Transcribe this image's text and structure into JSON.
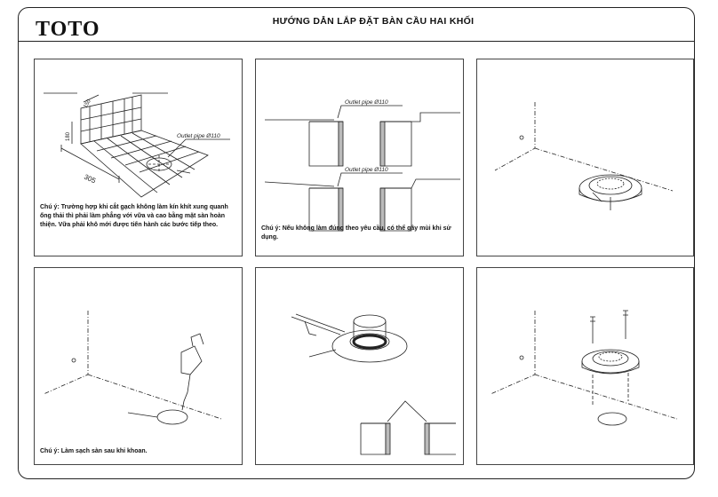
{
  "header": {
    "brand": "TOTO",
    "title": "HƯỚNG DẪN LẮP ĐẶT BÀN CẦU HAI KHỐI"
  },
  "steps": [
    {
      "note": "Chú ý: Trường hợp khi cắt gạch không làm kín khít xung quanh ống thải thì phải làm phẳng với vữa và cao bằng mặt sàn hoàn thiện. Vữa phải khô mới được tiến hành các bước tiếp theo.",
      "labels": {
        "pipe": "Outlet pipe Ø110",
        "dim_305": "305",
        "dim_150": "150",
        "dim_180": "180"
      }
    },
    {
      "note": "Chú ý: Nếu không làm đúng theo yêu cầu, có thể gây mùi khi sử dụng.",
      "labels": {
        "pipe_top": "Outlet pipe Ø110",
        "pipe_bottom": "Outlet pipe Ø110"
      }
    },
    {
      "note": ""
    },
    {
      "note": "Chú ý: Làm sạch sàn sau khi khoan."
    },
    {
      "note": ""
    },
    {
      "note": ""
    }
  ],
  "colors": {
    "ink": "#222222",
    "background": "#ffffff"
  }
}
